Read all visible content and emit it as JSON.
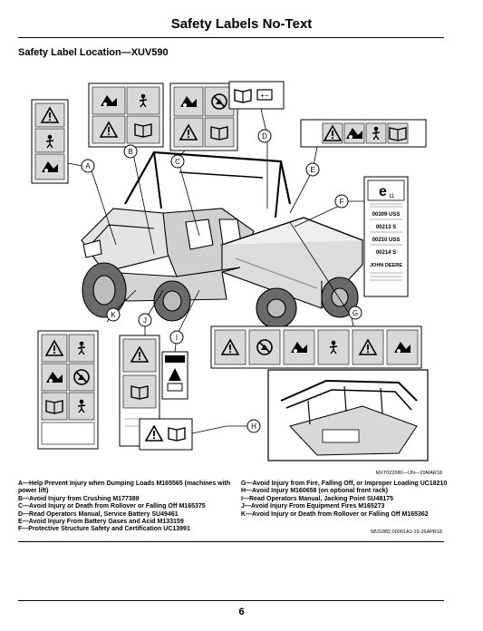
{
  "page": {
    "title": "Safety Labels No-Text",
    "page_number": "6"
  },
  "section": {
    "title": "Safety Label Location—XUV590"
  },
  "figure": {
    "figure_id": "MXT022080—UN—29MAR18",
    "callouts": [
      "A",
      "B",
      "C",
      "D",
      "E",
      "F",
      "G",
      "H",
      "I",
      "J",
      "K"
    ],
    "label_f": {
      "logo_mark": "e",
      "logo_sub": "11",
      "codes": [
        "00309 USS",
        "00213 S",
        "00210 USS",
        "00214 S"
      ],
      "brand": "JOHN DEERE"
    }
  },
  "captions": {
    "left": [
      "A—Help Prevent Injury when Dumping Loads M165565 (machines with power lift)",
      "B—Avoid Injury from Crushing M177389",
      "C—Avoid Injury or Death from Rollover or Falling Off M165375",
      "D—Read Operators Manual, Service Battery SU49461",
      "E—Avoid Injury From Battery Gases and Acid M133159",
      "F—Protective Structure Safety and Certification UC13991"
    ],
    "right": [
      "G—Avoid Injury from Fire, Falling Off, or Improper Loading UC18210",
      "H—Avoid Injury M160658 (on optional front rack)",
      "I—Read Operators Manual, Jacking Point SU48175",
      "J—Avoid Injury From Equipment Fires M165273",
      "K—Avoid Injury or Death from Rollover or Falling Off M165362"
    ]
  },
  "footer": {
    "doc_ref": "SB31882,00001A1-19-26APR18"
  }
}
